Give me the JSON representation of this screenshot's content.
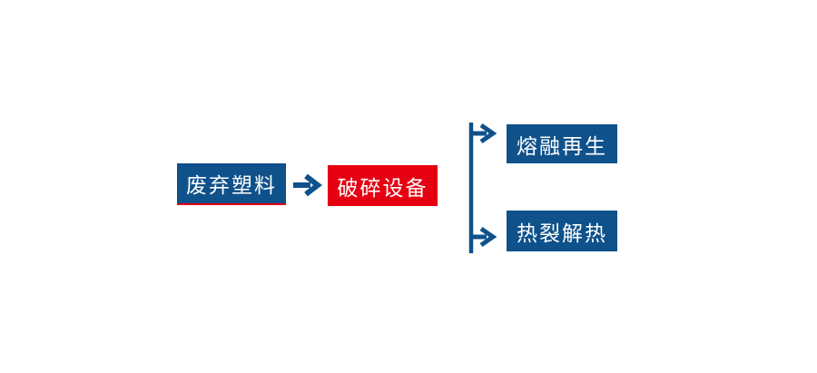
{
  "diagram": {
    "type": "flowchart",
    "background_color": "#ffffff",
    "colors": {
      "node_blue": "#0f518a",
      "node_red": "#e60012",
      "arrow": "#0f518a",
      "accent_underline": "#e60012",
      "text": "#ffffff"
    },
    "nodes": [
      {
        "id": "waste-plastic",
        "label": "废弃塑料",
        "fill": "#0f518a",
        "text_color": "#ffffff",
        "bottom_accent": "#e60012"
      },
      {
        "id": "crushing-equipment",
        "label": "破碎设备",
        "fill": "#e60012",
        "text_color": "#ffffff"
      },
      {
        "id": "melt-regeneration",
        "label": "熔融再生",
        "fill": "#0f518a",
        "text_color": "#ffffff"
      },
      {
        "id": "pyrolysis-heat",
        "label": "热裂解热",
        "fill": "#0f518a",
        "text_color": "#ffffff"
      }
    ],
    "edges": [
      {
        "from": "waste-plastic",
        "to": "crushing-equipment",
        "style": "arrow-right"
      },
      {
        "from": "crushing-equipment",
        "to": "melt-regeneration",
        "style": "branch-arrow"
      },
      {
        "from": "crushing-equipment",
        "to": "pyrolysis-heat",
        "style": "branch-arrow"
      }
    ]
  }
}
